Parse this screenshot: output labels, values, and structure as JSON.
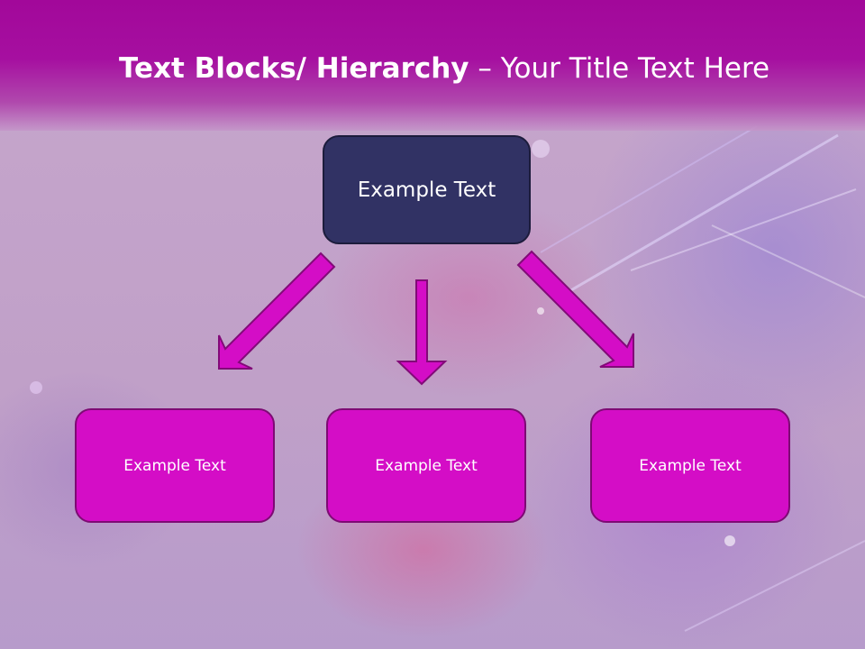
{
  "slide": {
    "title_bold": "Text Blocks/ Hierarchy",
    "title_rest": " – Your Title Text Here"
  },
  "hierarchy": {
    "root_label": "Example Text",
    "children": [
      {
        "label": "Example Text"
      },
      {
        "label": "Example Text"
      },
      {
        "label": "Example Text"
      }
    ]
  },
  "colors": {
    "header": "#a2089a",
    "root_fill": "#313264",
    "child_fill": "#d40dc6",
    "arrow_fill": "#d40dc6",
    "arrow_stroke": "#820a78"
  }
}
